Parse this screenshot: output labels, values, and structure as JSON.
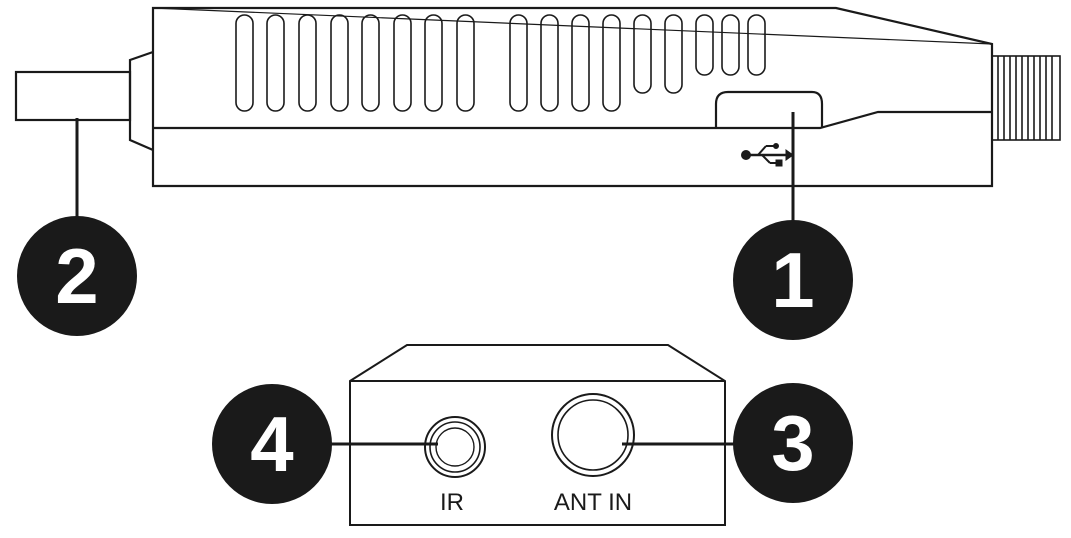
{
  "diagram": {
    "callouts": [
      {
        "id": "usb",
        "number": "1"
      },
      {
        "id": "connector",
        "number": "2"
      },
      {
        "id": "antenna",
        "number": "3"
      },
      {
        "id": "ir",
        "number": "4"
      }
    ],
    "labels": {
      "ir_port": "IR",
      "antenna_port": "ANT IN"
    },
    "icons": {
      "usb_symbol": "usb-icon"
    },
    "colors": {
      "line": "#1a1a1a",
      "callout_fill": "#1a1a1a",
      "callout_text": "#ffffff",
      "background": "#ffffff"
    }
  }
}
